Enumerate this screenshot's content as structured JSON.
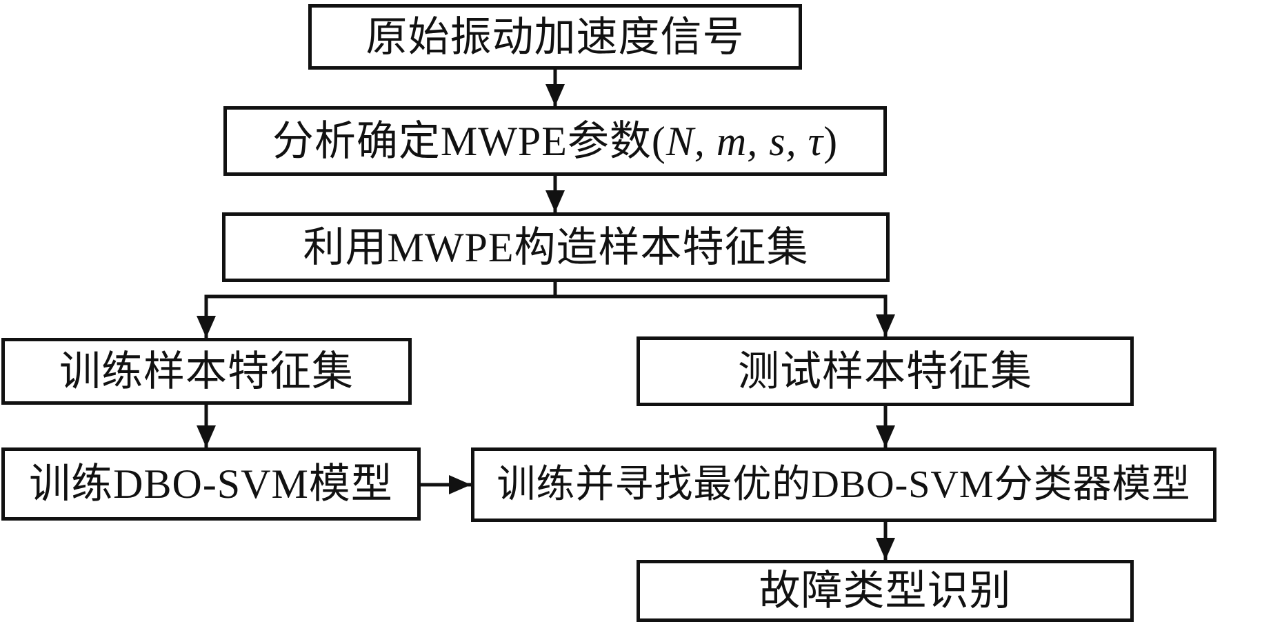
{
  "figure": {
    "type": "flowchart",
    "background_color": "#ffffff",
    "line_color": "#111111",
    "text_color": "#111111",
    "nodes": {
      "raw_signal": "原始振动加速度信号",
      "params_prefix": "分析确定MWPE参数(",
      "params_vars": "N, m, s, τ ",
      "params_suffix": ")",
      "features": "利用MWPE构造样本特征集",
      "train_set": "训练样本特征集",
      "test_set": "测试样本特征集",
      "train_model": "训练DBO-SVM模型",
      "optimal_model": "训练并寻找最优的DBO-SVM分类器模型",
      "fault_type": "故障类型识别"
    },
    "edges": [
      {
        "from": "raw_signal",
        "to": "params"
      },
      {
        "from": "params",
        "to": "features"
      },
      {
        "from": "features",
        "to": "train_set"
      },
      {
        "from": "features",
        "to": "test_set"
      },
      {
        "from": "train_set",
        "to": "train_model"
      },
      {
        "from": "train_model",
        "to": "optimal_model"
      },
      {
        "from": "test_set",
        "to": "optimal_model"
      },
      {
        "from": "optimal_model",
        "to": "fault_type"
      }
    ]
  }
}
